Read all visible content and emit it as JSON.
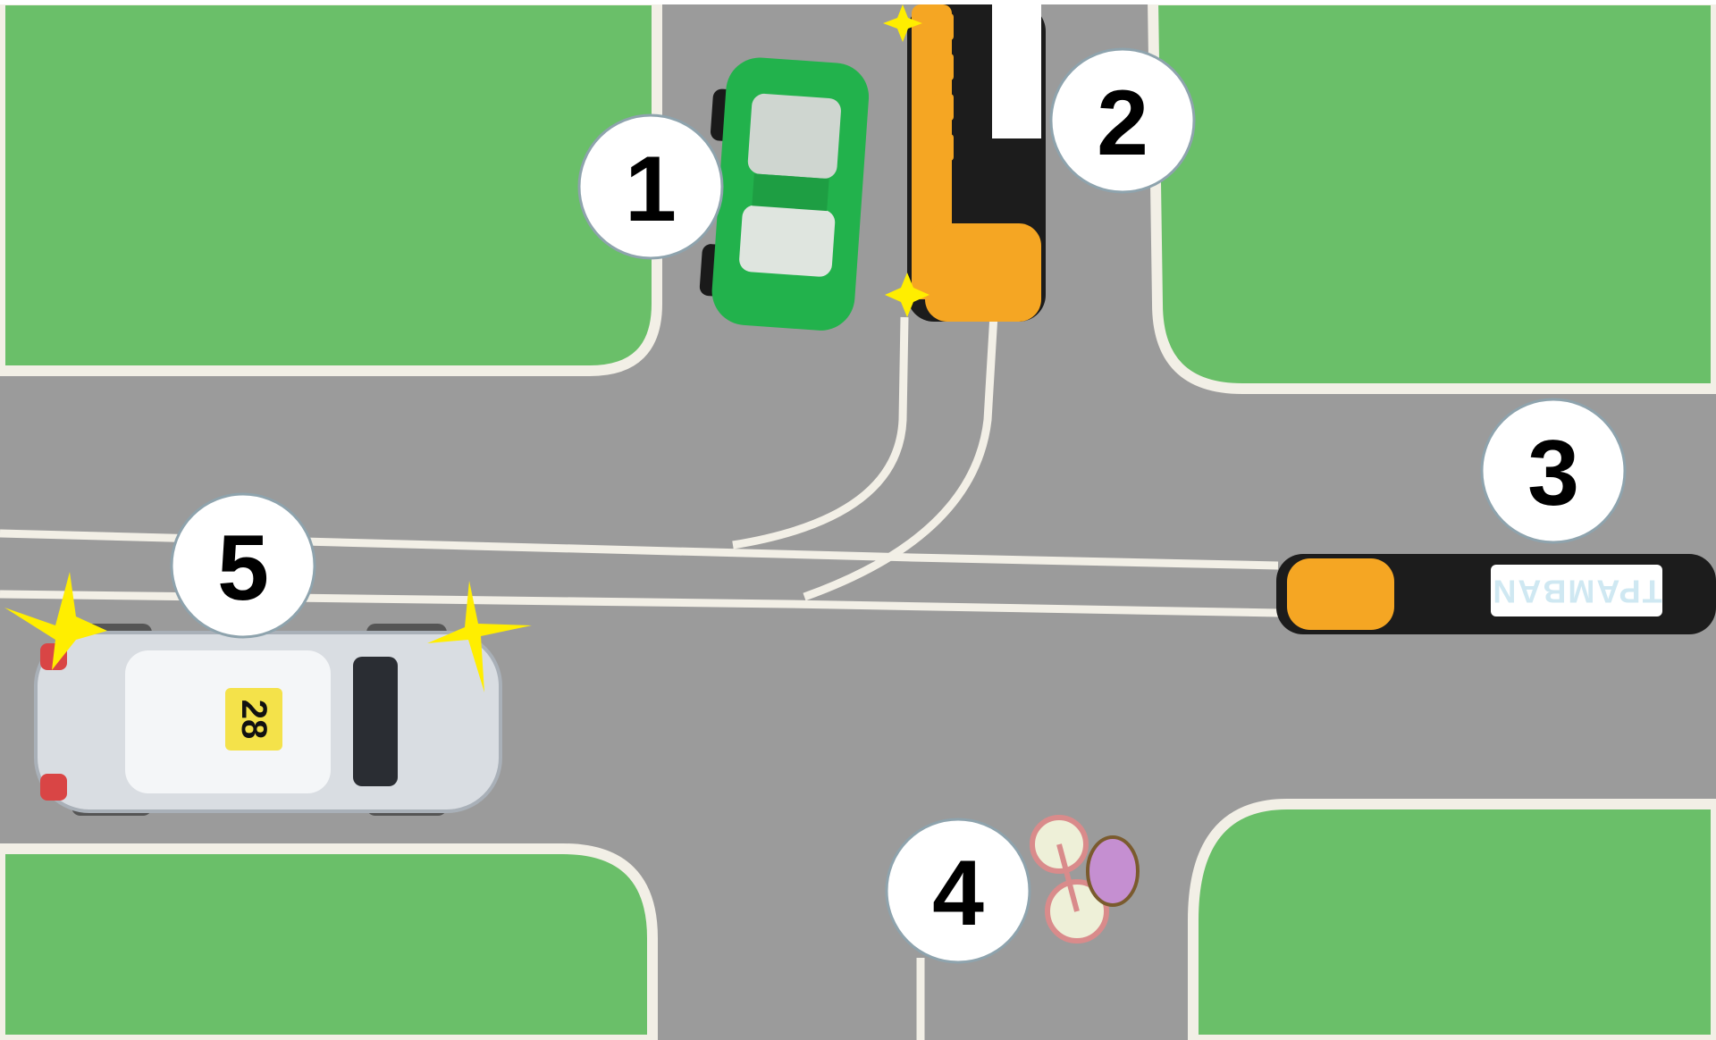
{
  "scene": {
    "colors": {
      "grass": "#6abf69",
      "road": "#9b9b9b",
      "curb": "#f2efe6",
      "car_green": "#22b24c",
      "bus_orange": "#f5a623",
      "bus_black": "#1c1c1c",
      "race_car_silver": "#d9dde2",
      "spark": "#ffee00",
      "badge_fill": "#ffffff",
      "badge_stroke": "#8ea3ad"
    },
    "vehicles": [
      {
        "id": "vehicle-1",
        "badge": "1",
        "kind": "green-car",
        "icon": "car-icon"
      },
      {
        "id": "vehicle-2",
        "badge": "2",
        "kind": "bus-turn-signals",
        "icon": "bus-icon"
      },
      {
        "id": "vehicle-3",
        "badge": "3",
        "kind": "tram",
        "icon": "tram-icon",
        "sign_text": "TPAMBAN"
      },
      {
        "id": "vehicle-4",
        "badge": "4",
        "kind": "bicycle",
        "icon": "bicycle-icon"
      },
      {
        "id": "vehicle-5",
        "badge": "5",
        "kind": "race-car-hazard-lights",
        "icon": "race-car-icon",
        "car_number": "28"
      }
    ]
  }
}
